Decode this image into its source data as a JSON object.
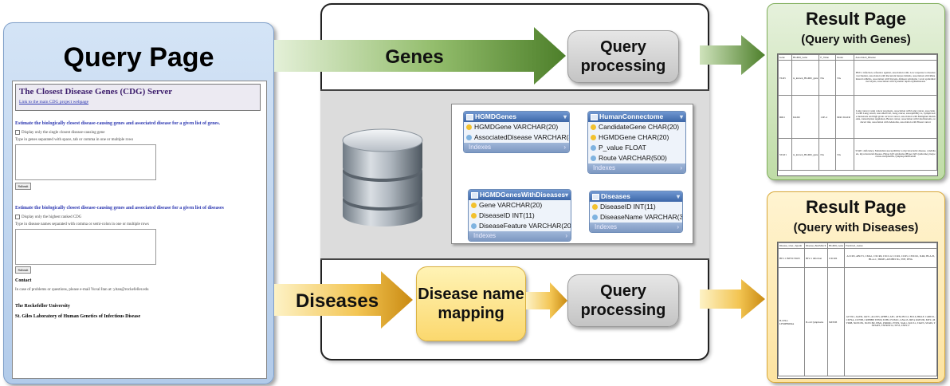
{
  "query_page": {
    "title": "Query Page",
    "server_title": "The Closest Disease Genes (CDG) Server",
    "main_link": "Link to the main CDG project webpage",
    "genes_heading": "Estimate the biologically closest disease-causing genes and associated disease for a given list of genes.",
    "genes_option": "Display only the single closest disease-causing gene",
    "genes_hint": "Type in genes separated with space, tab or comma in one or multiple rows",
    "submit_label": "Submit",
    "diseases_heading": "Estimate the biologically closest disease-causing genes and associated disease for a given list of diseases",
    "diseases_option": "Display only the highest ranked CDG",
    "diseases_hint": "Type in disease names separated with comma or semi-colon in one or multiple rows",
    "contact_heading": "Contact",
    "contact_text": "In case of problems or questions, please e-mail Yuval Itan at: yitan@rockefeller.edu",
    "university": "The Rockefeller University",
    "lab": "St. Giles Laboratory of Human Genetics of Infectious Disease"
  },
  "flow": {
    "genes_label": "Genes",
    "diseases_label": "Diseases",
    "query_processing": "Query processing",
    "disease_mapping": "Disease name mapping"
  },
  "schema": {
    "tables": [
      {
        "name": "HGMDGenes",
        "rows": [
          "HGMDGene VARCHAR(20)",
          "AssociatedDisease VARCHAR(8000)"
        ],
        "footer": "Indexes"
      },
      {
        "name": "HumanConnectome",
        "rows": [
          "CandidateGene CHAR(20)",
          "HGMDGene CHAR(20)",
          "P_value FLOAT",
          "Route VARCHAR(500)"
        ],
        "footer": "Indexes"
      },
      {
        "name": "HGMDGenesWithDiseases",
        "rows": [
          "Gene VARCHAR(20)",
          "DiseaseID INT(11)",
          "DiseaseFeature VARCHAR(200)"
        ],
        "footer": "Indexes"
      },
      {
        "name": "Diseases",
        "rows": [
          "DiseaseID INT(11)",
          "DiseaseName VARCHAR(300)"
        ],
        "footer": "Indexes"
      }
    ]
  },
  "results": {
    "genes_title": "Result Page",
    "genes_subtitle": "(Query with Genes)",
    "genes_headers": [
      "Gene",
      "HGMD_Gene",
      "P_Value",
      "Route",
      "Associated_Disease"
    ],
    "genes_rows": [
      [
        "TLR3",
        "is_known_HGMD_gene",
        "NA",
        "NA",
        "HSV-1 infection, reference against, association with, Low response to measles vaccination, association with Recurrent herpes labialis, association with Rheumatoid arthritis, association with Stevens-Johnson syndrome / toxic epidermal necrolysis, association with Systemic lupus erythematosus"
      ],
      [
        "IRR1",
        "DAZR",
        "1.6E-4",
        "IRR1 DAZR",
        "Lung cancer, Lung cancer prognosis, association with Lung cancer, association with Lung cancer, non small cell, Lung cancer, susceptibility to, Lymph node metastasis and high grade cervical cancer, association with Malignant melanoma, transcription regulation, Breast cancer, association with Glioblastoma, reduced risk, association with Adenoma, association with Breast cancer"
      ],
      [
        "STAT1",
        "is_known_HGMD_gene",
        "NA",
        "NA",
        "STAT1 deficiency, Mendelian susceptibility to mycobacterial disease, candidiasis, mycobacterial disease, Hyper IgE syndrome (Hyper IgE syndrome), herpesvirus encephalitis, lymphoproliferation"
      ]
    ],
    "diseases_title": "Result Page",
    "diseases_subtitle": "(Query with Diseases)",
    "diseases_headers": [
      "Disease_User_TypeIn",
      "Disease_BestMatch",
      "HGMD_Gene",
      "Predicted_Genes"
    ],
    "diseases_rows": [
      [
        "HIV-1 INFECTION",
        "HIV-1 infection",
        "CXCR6",
        "ACCR5, ABCF1, CMA1, CXCR6, CXCL12, CCR2, CCR5, CX3CR1, IL4R, HLA-B, HLA-C, TRIM5, APOBEC3G, TNF, IFNG"
      ],
      [
        "B-CELL LYMPHOMA",
        "B-cell lymphoma",
        "MEF2B",
        "ACVR1, AGER, AKT1, ALOX5, APBB1, APC, ATM, BCL2, BCL6, BRAF, CARD11, CD79A, CD79B, CREBBP, EP300, EZH2, FOXO1, GNA13, IRF4, KMT2D, MYC, MYD88, NOTCH1, NOTCH2, PIM1, PRDM1, PTEN, SGK1, SOCS1, STAT3, STAT6, TNFAIP3, TNFRSF14, TP53, ZNF217"
      ]
    ]
  }
}
